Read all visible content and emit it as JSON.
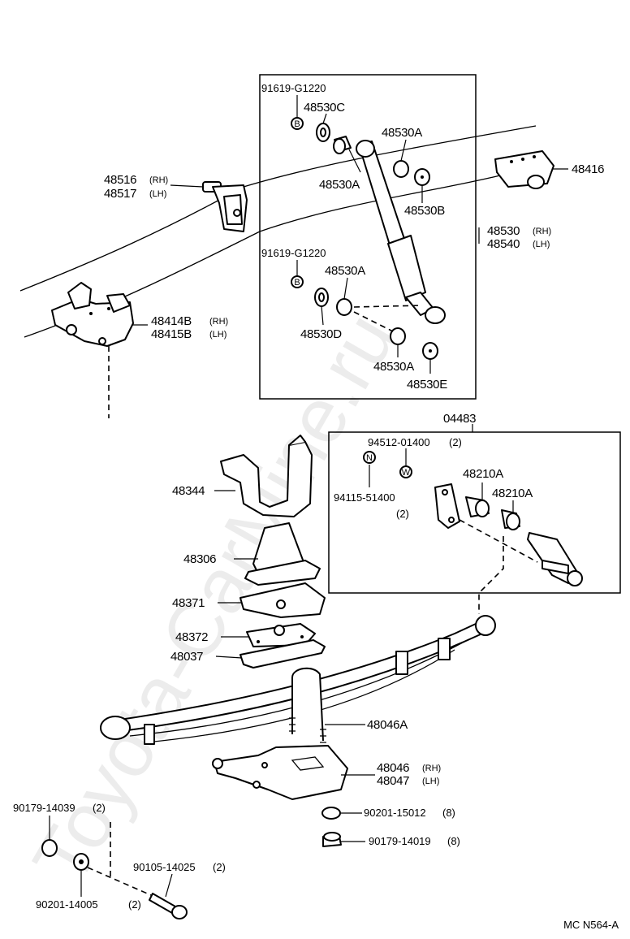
{
  "watermark": "Toyota-CarMine.ru",
  "diagram_code": "MC N564-A",
  "shock_box": {
    "upper": {
      "washer_part": "91619-G1220",
      "washer_symbol": "B",
      "cushion_c": "48530C",
      "bushing_a_left": "48530A",
      "bushing_a_right": "48530A",
      "cushion_b": "48530B"
    },
    "lower": {
      "washer_part": "91619-G1220",
      "washer_symbol": "B",
      "bushing_a_top": "48530A",
      "cushion_d": "48530D",
      "bushing_a_bottom": "48530A",
      "cushion_e": "48530E"
    },
    "absorber_rh": "48530",
    "absorber_rh_side": "(RH)",
    "absorber_lh": "48540",
    "absorber_lh_side": "(LH)"
  },
  "frame": {
    "bracket_rh": "48516",
    "bracket_rh_side": "(RH)",
    "bracket_lh": "48517",
    "bracket_lh_side": "(LH)",
    "shock_bracket": "48416",
    "hanger_rh": "48414B",
    "hanger_rh_side": "(RH)",
    "hanger_lh": "48415B",
    "hanger_lh_side": "(LH)"
  },
  "shackle_kit": {
    "kit_number": "04483",
    "bolt_part": "94512-01400",
    "bolt_qty": "(2)",
    "bolt_symbol": "W",
    "nut_symbol": "N",
    "nut_part": "94115-51400",
    "nut_qty": "(2)",
    "bushing_1": "48210A",
    "bushing_2": "48210A"
  },
  "bumper_stack": {
    "bracket": "48344",
    "bumper": "48306",
    "seat": "48371",
    "plate": "48372",
    "pad": "48037"
  },
  "spring": {
    "u_bolt": "48046A",
    "seat_rh": "48046",
    "seat_rh_side": "(RH)",
    "seat_lh": "48047",
    "seat_lh_side": "(LH)",
    "washer": "90201-15012",
    "washer_qty": "(8)",
    "nut": "90179-14019",
    "nut_qty": "(8)"
  },
  "front_hardware": {
    "nut": "90179-14039",
    "nut_qty": "(2)",
    "bolt": "90105-14025",
    "bolt_qty": "(2)",
    "washer": "90201-14005",
    "washer_qty": "(2)"
  }
}
